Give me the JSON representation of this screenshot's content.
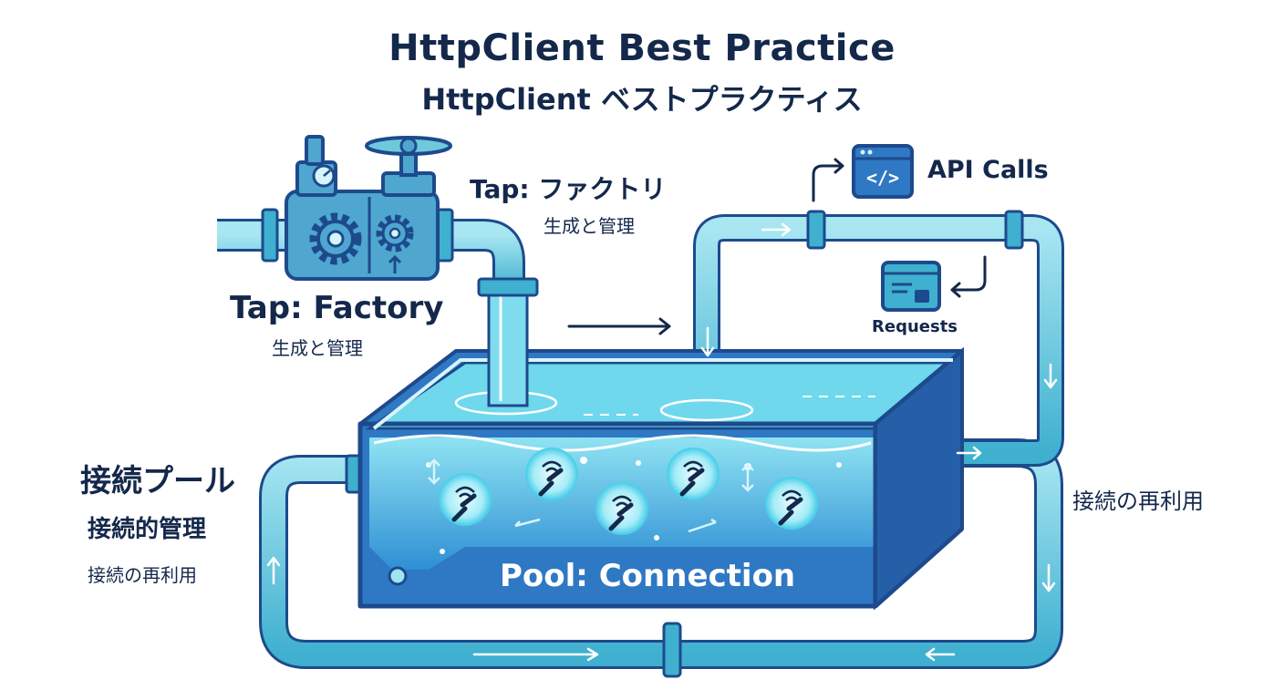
{
  "title": {
    "en": "HttpClient Best Practice",
    "ja": "HttpClient ベストプラクティス"
  },
  "tap": {
    "label_ja": "Tap: ファクトリ",
    "label_ja_sub": "生成と管理",
    "label_en": "Tap: Factory",
    "label_en_sub": "生成と管理"
  },
  "api": {
    "calls_label": "API Calls",
    "requests_label": "Requests"
  },
  "pool": {
    "label_en": "Pool: Connection",
    "label_ja": "接続プール",
    "label_ja_sub": "接続的管理",
    "label_ja_sub2": "接続の再利用"
  },
  "loop": {
    "reuse_label": "接続の再利用"
  },
  "icons": [
    "gear-icon",
    "pressure-gauge-icon",
    "code-window-icon",
    "browser-request-icon",
    "plug-connection-icon",
    "flow-arrow-icon"
  ],
  "colors": {
    "text": "#14284b",
    "pipe_fill": "#6fc9dc",
    "pipe_stroke": "#1d4a8c",
    "water": "#4cc3e0",
    "tank_front": "#2f78c4",
    "accent_dark": "#1d4a8c"
  }
}
